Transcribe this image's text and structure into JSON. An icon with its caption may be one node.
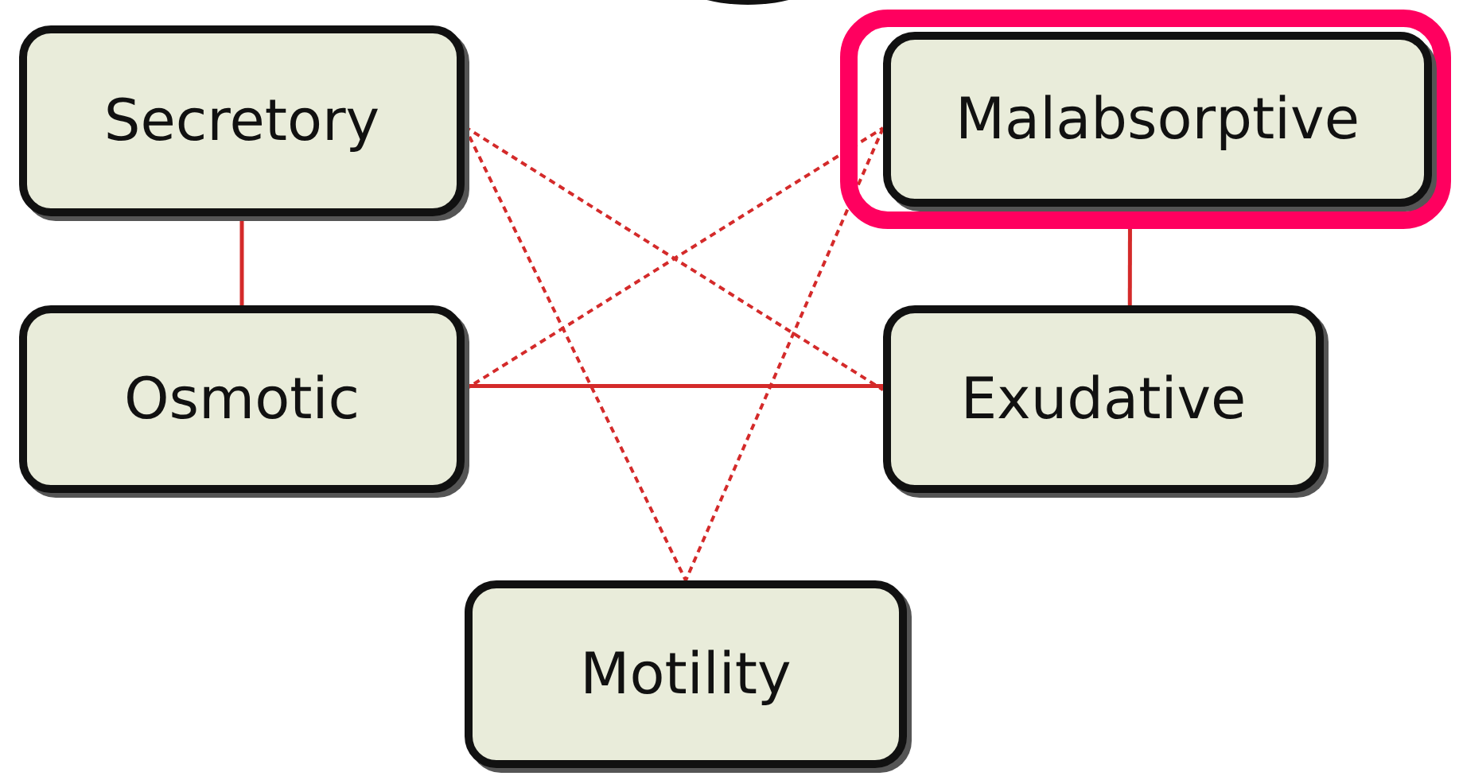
{
  "diagram": {
    "nodes": [
      {
        "text": [
          "Secretory"
        ]
      },
      {
        "text": [],
        "shape": "box"
      },
      {
        "text": [
          "Malabsorptive"
        ],
        "in": 1
      },
      {
        "text": [
          "Osmotic"
        ]
      },
      {
        "text": [
          "Exudative"
        ]
      },
      {
        "text": [
          "Motility"
        ]
      }
    ],
    "edges": [
      {
        "from": 0,
        "to": 3,
        "arrow": "none"
      },
      {
        "from": 2,
        "to": 4,
        "arrow": "none"
      },
      {
        "from": 3,
        "to": 4,
        "arrow": "none"
      },
      {
        "from": 0,
        "to": 4,
        "arrow": "none",
        "style": "dashed"
      },
      {
        "from": 0,
        "to": 5,
        "arrow": "none",
        "style": "dashed"
      },
      {
        "from": 3,
        "to": 2,
        "arrow": "none",
        "style": "dashed"
      },
      {
        "from": 2,
        "to": 5,
        "arrow": "none",
        "style": "dashed"
      }
    ]
  }
}
